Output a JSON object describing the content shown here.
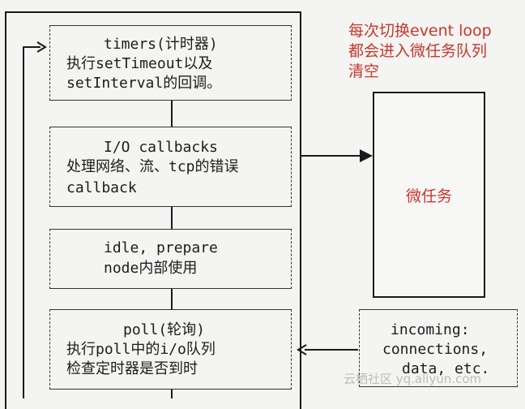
{
  "phases": {
    "timers": {
      "line1": "timers(计时器)",
      "line2": "执行setTimeout以及",
      "line3": "setInterval的回调。"
    },
    "io": {
      "line1": "I/O callbacks",
      "line2": "处理网络、流、tcp的错误",
      "line3": "callback"
    },
    "idle": {
      "line1": "idle, prepare",
      "line2": "node内部使用"
    },
    "poll": {
      "line1": "poll(轮询)",
      "line2": "执行poll中的i/o队列",
      "line3": "检查定时器是否到时"
    }
  },
  "note": {
    "line1": "每次切换event loop",
    "line2": "都会进入微任务队列",
    "line3": "清空"
  },
  "microtask": {
    "label": "微任务"
  },
  "incoming": {
    "line1": "incoming:",
    "line2": "connections,",
    "line3": "data, etc."
  },
  "watermark": "云栖社区 yq.aliyun.com"
}
